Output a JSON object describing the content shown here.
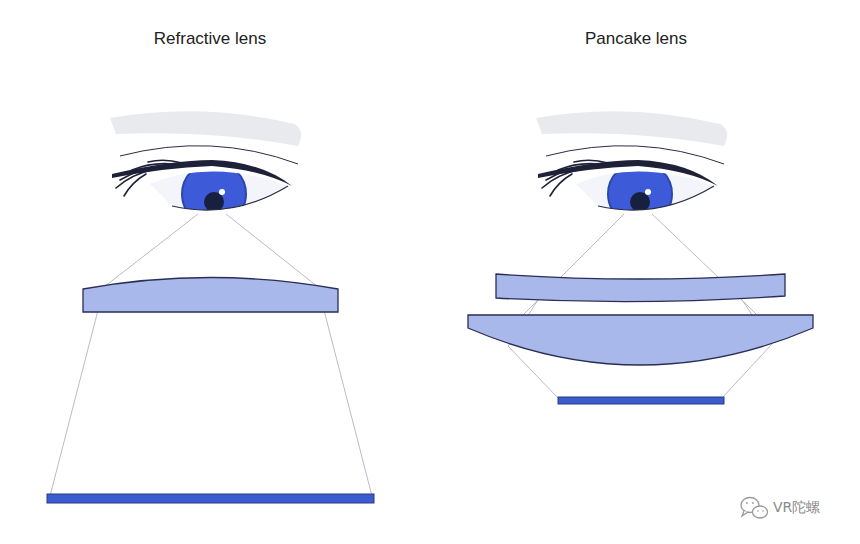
{
  "diagram": {
    "labels": [
      "Refractive lens",
      "Pancake lens",
      "VR陀螺"
    ]
  }
}
